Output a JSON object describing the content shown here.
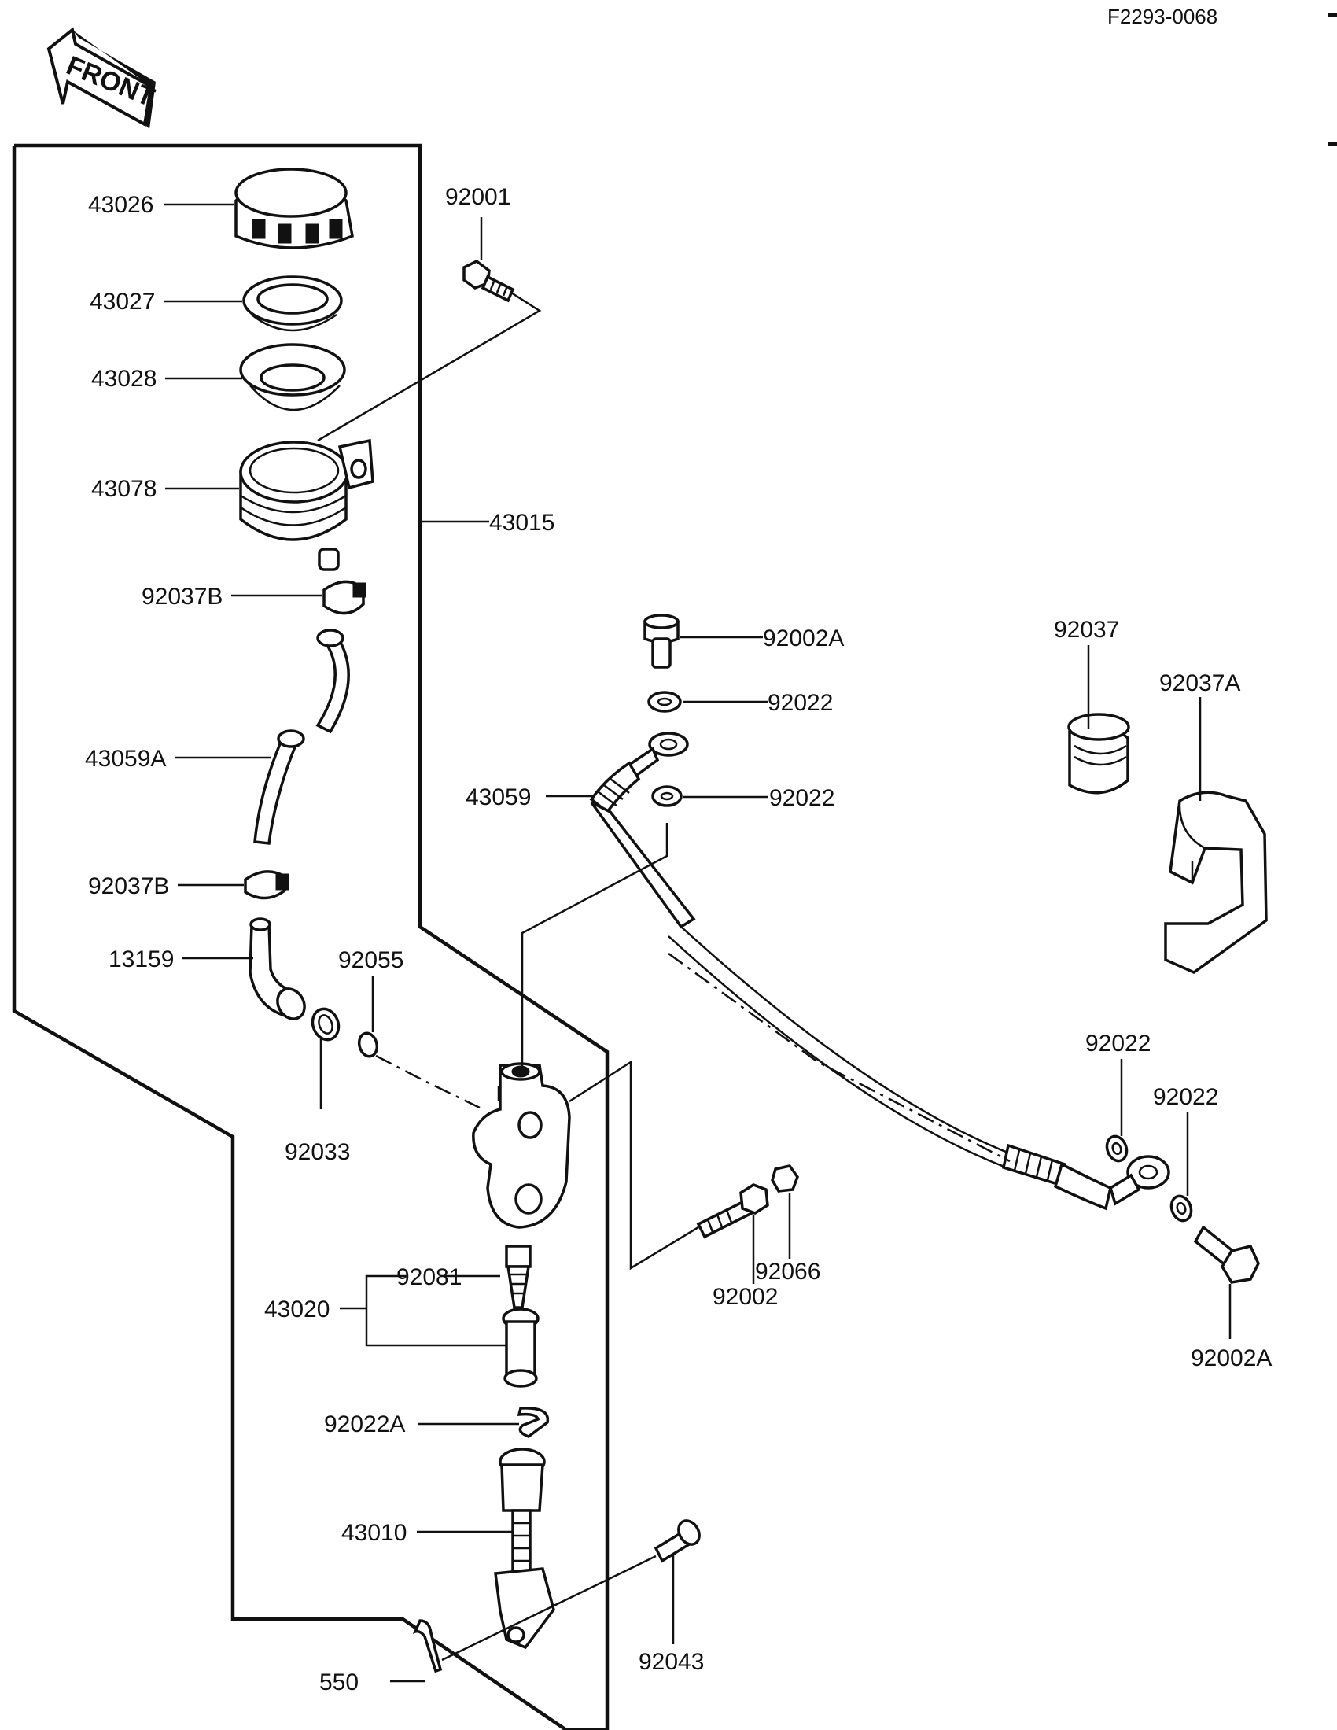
{
  "header": {
    "diagram_code": "F2293-0068"
  },
  "front_arrow": {
    "label": "FRONT"
  },
  "parts": {
    "p43026": "43026",
    "p43027": "43027",
    "p43028": "43028",
    "p43078": "43078",
    "p43015": "43015",
    "p92001": "92001",
    "p92037B_top": "92037B",
    "p43059A": "43059A",
    "p92037B_bottom": "92037B",
    "p13159": "13159",
    "p92055": "92055",
    "p92033": "92033",
    "p92002A_top": "92002A",
    "p92022_a": "92022",
    "p43059": "43059",
    "p92022_b": "92022",
    "p92037": "92037",
    "p92037A": "92037A",
    "p92022_c": "92022",
    "p92022_d": "92022",
    "p92002A_bottom": "92002A",
    "p92081": "92081",
    "p43020": "43020",
    "p92066": "92066",
    "p92002": "92002",
    "p92022A": "92022A",
    "p43010": "43010",
    "p92043": "92043",
    "p550": "550"
  }
}
